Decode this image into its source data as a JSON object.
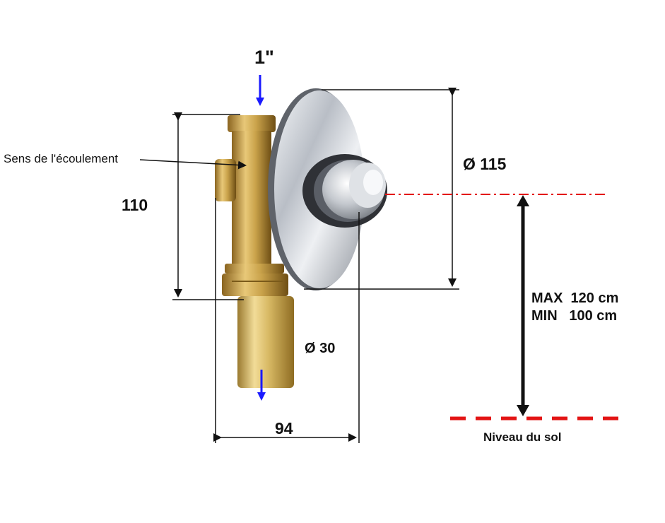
{
  "labels": {
    "inlet_size": "1\"",
    "flow_direction": "Sens de l'écoulement",
    "height": "110",
    "plate_diameter": "Ø 115",
    "max_height": "MAX  120 cm",
    "min_height": "MIN   100 cm",
    "pipe_diameter": "Ø 30",
    "width": "94",
    "floor_level": "Niveau du sol"
  },
  "colors": {
    "dimension_line": "#111111",
    "flow_arrow": "#1a1aff",
    "reference_line": "#e31414",
    "brass": "#c9a24a",
    "chrome": "#c8ccd2"
  }
}
